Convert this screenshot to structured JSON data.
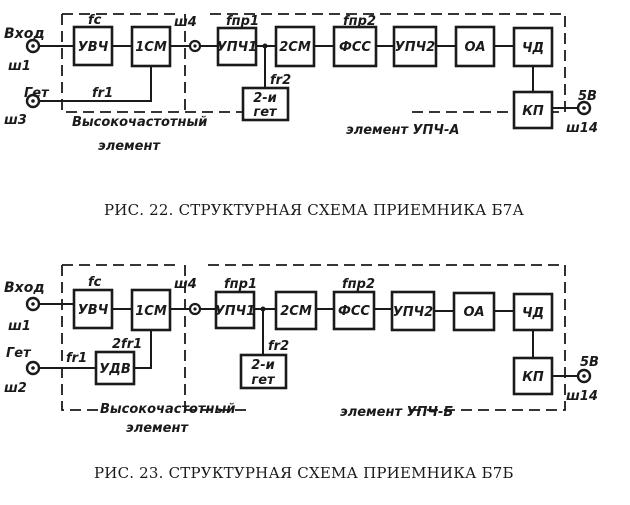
{
  "diagrams": [
    {
      "caption": "РИС. 22. СТРУКТУРНАЯ СХЕМА ПРИЕМНИКА Б7А",
      "blocks": {
        "uv4": "УВЧ",
        "s1": "1СМ",
        "upch1": "УПЧ1",
        "s2": "2СМ",
        "fss": "ФСС",
        "upch2": "УПЧ2",
        "oa": "ОА",
        "chd": "ЧД",
        "kp": "КП",
        "get_line1": "2-и",
        "get_line2": "гет"
      },
      "labels": {
        "vhod": "Вход",
        "sh1": "ш1",
        "get_in": "Гет",
        "sh_get": "ш3",
        "fc": "fc",
        "fr1": "fr1",
        "sh4": "ш4",
        "fpr1": "fпр1",
        "fr2": "fr2",
        "fpr2": "fпр2",
        "v5": "5В",
        "sh14": "ш14",
        "hf_line1": "Высокочастотный",
        "hf_line2": "элемент",
        "upch_element": "элемент УПЧ-А"
      }
    },
    {
      "caption": "РИС. 23. СТРУКТУРНАЯ СХЕМА ПРИЕМНИКА Б7Б",
      "blocks": {
        "uv4": "УВЧ",
        "s1": "1СМ",
        "udv": "УДВ",
        "upch1": "УПЧ1",
        "s2": "2СМ",
        "fss": "ФСС",
        "upch2": "УПЧ2",
        "oa": "ОА",
        "chd": "ЧД",
        "kp": "КП",
        "get_line1": "2-и",
        "get_line2": "гет"
      },
      "labels": {
        "vhod": "Вход",
        "sh1": "ш1",
        "get_in": "Гет",
        "sh_get": "ш2",
        "fc": "fc",
        "fr1": "fr1",
        "two_fr1": "2fr1",
        "sh4": "ш4",
        "fpr1": "fпр1",
        "fr2": "fr2",
        "fpr2": "fпр2",
        "v5": "5В",
        "sh14": "ш14",
        "hf_line1": "Высокочастотный",
        "hf_line2": "элемент",
        "upch_element": "элемент УПЧ-Б"
      }
    }
  ]
}
